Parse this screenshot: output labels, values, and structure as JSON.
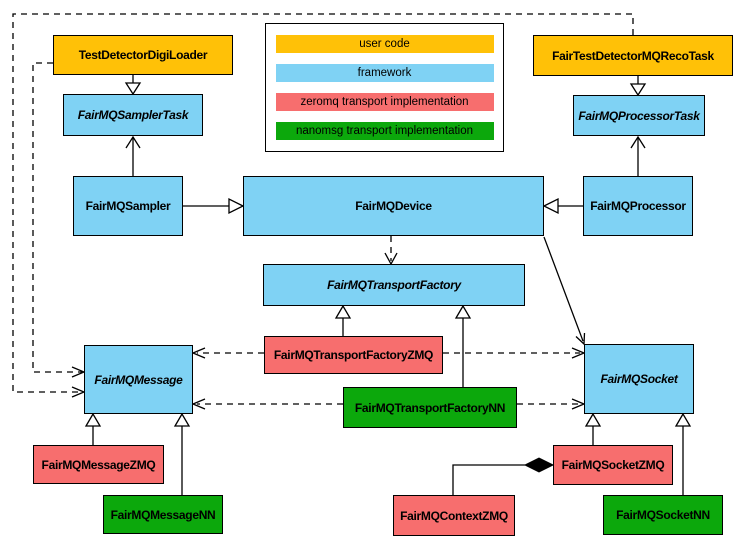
{
  "colors": {
    "user_code": "#FFC107",
    "framework": "#7FD2F4",
    "zeromq": "#F76E6E",
    "nanomsg": "#0CA80C"
  },
  "diagram": {
    "type": "uml-class-diagram",
    "legend": {
      "items": [
        {
          "label": "user code",
          "color_key": "user_code"
        },
        {
          "label": "framework",
          "color_key": "framework"
        },
        {
          "label": "zeromq transport implementation",
          "color_key": "zeromq"
        },
        {
          "label": "nanomsg transport implementation",
          "color_key": "nanomsg"
        }
      ]
    },
    "nodes": [
      {
        "id": "TestDetectorDigiLoader",
        "label": "TestDetectorDigiLoader",
        "category": "user_code",
        "abstract": false
      },
      {
        "id": "FairTestDetectorMQRecoTask",
        "label": "FairTestDetectorMQRecoTask",
        "category": "user_code",
        "abstract": false
      },
      {
        "id": "FairMQSamplerTask",
        "label": "FairMQSamplerTask",
        "category": "framework",
        "abstract": true
      },
      {
        "id": "FairMQProcessorTask",
        "label": "FairMQProcessorTask",
        "category": "framework",
        "abstract": true
      },
      {
        "id": "FairMQSampler",
        "label": "FairMQSampler",
        "category": "framework",
        "abstract": false
      },
      {
        "id": "FairMQDevice",
        "label": "FairMQDevice",
        "category": "framework",
        "abstract": false
      },
      {
        "id": "FairMQProcessor",
        "label": "FairMQProcessor",
        "category": "framework",
        "abstract": false
      },
      {
        "id": "FairMQTransportFactory",
        "label": "FairMQTransportFactory",
        "category": "framework",
        "abstract": true
      },
      {
        "id": "FairMQTransportFactoryZMQ",
        "label": "FairMQTransportFactoryZMQ",
        "category": "zeromq",
        "abstract": false
      },
      {
        "id": "FairMQTransportFactoryNN",
        "label": "FairMQTransportFactoryNN",
        "category": "nanomsg",
        "abstract": false
      },
      {
        "id": "FairMQMessage",
        "label": "FairMQMessage",
        "category": "framework",
        "abstract": true
      },
      {
        "id": "FairMQSocket",
        "label": "FairMQSocket",
        "category": "framework",
        "abstract": true
      },
      {
        "id": "FairMQMessageZMQ",
        "label": "FairMQMessageZMQ",
        "category": "zeromq",
        "abstract": false
      },
      {
        "id": "FairMQMessageNN",
        "label": "FairMQMessageNN",
        "category": "nanomsg",
        "abstract": false
      },
      {
        "id": "FairMQSocketZMQ",
        "label": "FairMQSocketZMQ",
        "category": "zeromq",
        "abstract": false
      },
      {
        "id": "FairMQContextZMQ",
        "label": "FairMQContextZMQ",
        "category": "zeromq",
        "abstract": false
      },
      {
        "id": "FairMQSocketNN",
        "label": "FairMQSocketNN",
        "category": "nanomsg",
        "abstract": false
      }
    ],
    "edges": [
      {
        "from": "TestDetectorDigiLoader",
        "to": "FairMQSamplerTask",
        "type": "inheritance"
      },
      {
        "from": "FairTestDetectorMQRecoTask",
        "to": "FairMQProcessorTask",
        "type": "inheritance"
      },
      {
        "from": "FairMQSampler",
        "to": "FairMQSamplerTask",
        "type": "association"
      },
      {
        "from": "FairMQProcessor",
        "to": "FairMQProcessorTask",
        "type": "association"
      },
      {
        "from": "FairMQSampler",
        "to": "FairMQDevice",
        "type": "inheritance"
      },
      {
        "from": "FairMQProcessor",
        "to": "FairMQDevice",
        "type": "inheritance"
      },
      {
        "from": "FairMQDevice",
        "to": "FairMQTransportFactory",
        "type": "dependency"
      },
      {
        "from": "FairMQDevice",
        "to": "FairMQSocket",
        "type": "association"
      },
      {
        "from": "FairMQTransportFactoryZMQ",
        "to": "FairMQTransportFactory",
        "type": "inheritance"
      },
      {
        "from": "FairMQTransportFactoryNN",
        "to": "FairMQTransportFactory",
        "type": "inheritance"
      },
      {
        "from": "FairMQTransportFactoryZMQ",
        "to": "FairMQMessage",
        "type": "dependency"
      },
      {
        "from": "FairMQTransportFactoryZMQ",
        "to": "FairMQSocket",
        "type": "dependency"
      },
      {
        "from": "FairMQTransportFactoryNN",
        "to": "FairMQMessage",
        "type": "dependency"
      },
      {
        "from": "FairMQTransportFactoryNN",
        "to": "FairMQSocket",
        "type": "dependency"
      },
      {
        "from": "TestDetectorDigiLoader",
        "to": "FairMQMessage",
        "type": "dependency"
      },
      {
        "from": "FairTestDetectorMQRecoTask",
        "to": "FairMQMessage",
        "type": "dependency"
      },
      {
        "from": "FairMQMessageZMQ",
        "to": "FairMQMessage",
        "type": "inheritance"
      },
      {
        "from": "FairMQMessageNN",
        "to": "FairMQMessage",
        "type": "inheritance"
      },
      {
        "from": "FairMQSocketZMQ",
        "to": "FairMQSocket",
        "type": "inheritance"
      },
      {
        "from": "FairMQSocketNN",
        "to": "FairMQSocket",
        "type": "inheritance"
      },
      {
        "from": "FairMQSocketZMQ",
        "to": "FairMQContextZMQ",
        "type": "composition"
      }
    ]
  }
}
